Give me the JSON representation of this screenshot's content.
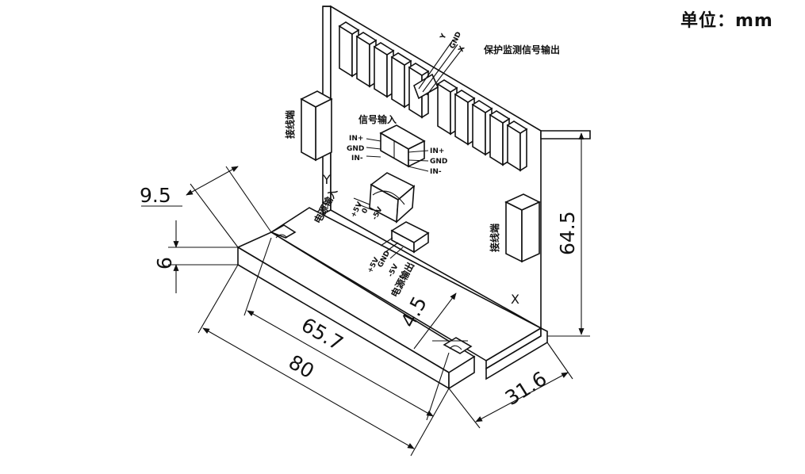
{
  "unit_label": "单位：mm",
  "labels": {
    "protect_output": "保护监测信号输出",
    "signal_input": "信号输入",
    "power_input": "电源输入",
    "power_output": "电源输出",
    "connector": "接线端",
    "axis_y": "Y",
    "axis_x": "X"
  },
  "pins": {
    "in_plus": "IN+",
    "gnd": "GND",
    "in_minus": "IN-",
    "top_y": "Y",
    "top_gnd": "GND",
    "top_x": "X",
    "pw_in_1": "+5V",
    "pw_in_2": "0",
    "pw_in_3": "-5V",
    "pw_out_1": "+5V",
    "pw_out_2": "GND",
    "pw_out_3": "-5V"
  },
  "dimensions": {
    "d9_5": "9.5",
    "d6": "6",
    "d65_7": "65.7",
    "d80": "80",
    "d4_5": "4.5",
    "d64_5": "64.5",
    "d31_6": "31.6"
  }
}
